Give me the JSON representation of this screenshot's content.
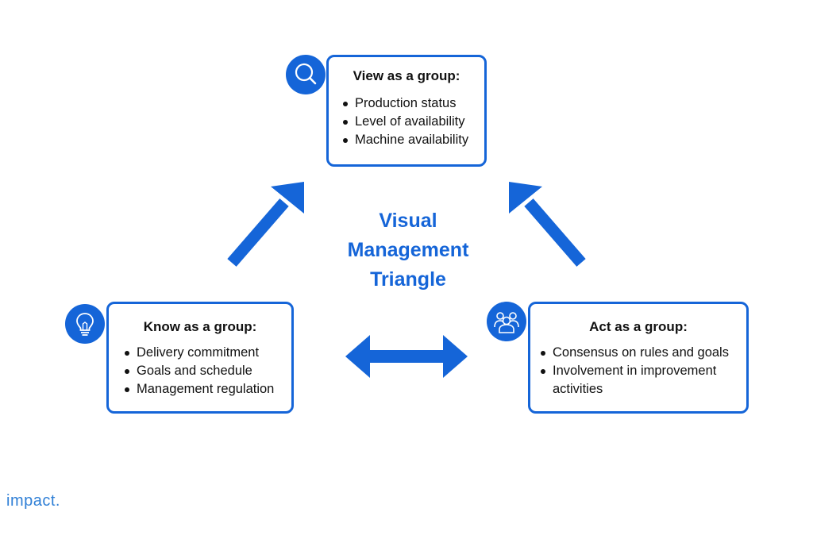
{
  "title": "Visual\nManagement\nTriangle",
  "view": {
    "heading": "View as a group:",
    "items": [
      "Production status",
      "Level of availability",
      "Machine availability"
    ],
    "icon": "search-icon"
  },
  "know": {
    "heading": "Know as a group:",
    "items": [
      "Delivery commitment",
      "Goals and schedule",
      "Management regulation"
    ],
    "icon": "lightbulb-icon"
  },
  "act": {
    "heading": "Act as a group:",
    "items": [
      "Consensus on rules and goals",
      "Involvement in improvement activities"
    ],
    "icon": "people-icon"
  },
  "logo": "impact.",
  "colors": {
    "accent": "#1565d8",
    "logo": "#2f7fd6",
    "text": "#111111"
  }
}
